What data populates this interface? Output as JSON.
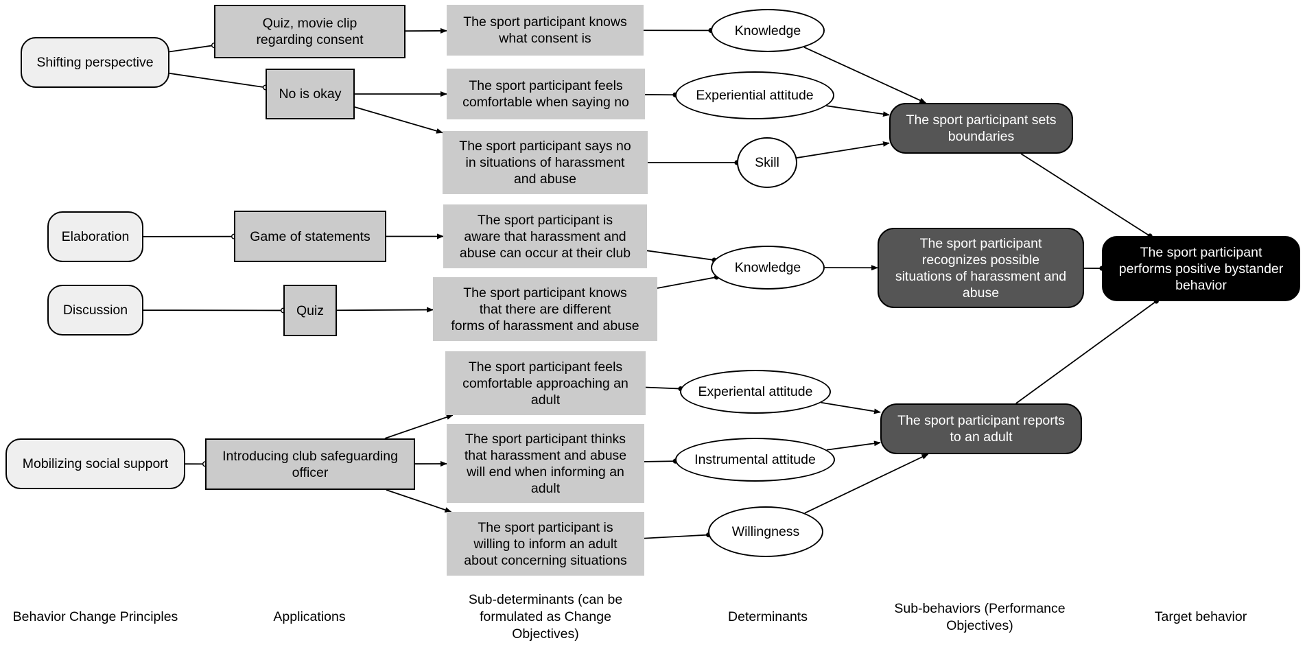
{
  "principles": {
    "shifting": "Shifting perspective",
    "elaboration": "Elaboration",
    "discussion": "Discussion",
    "mobilizing": "Mobilizing social support"
  },
  "applications": {
    "quiz_movie": "Quiz, movie clip\nregarding consent",
    "no_okay": "No is okay",
    "game": "Game of statements",
    "quiz": "Quiz",
    "club_officer": "Introducing club safeguarding\nofficer"
  },
  "sub_determinants": {
    "consent": "The sport participant knows\nwhat consent is",
    "comfortable_no": "The sport participant feels\ncomfortable when saying no",
    "says_no": "The sport participant says no\nin situations of harassment\nand abuse",
    "aware_club": "The sport participant is\naware that harassment and\nabuse can occur at their club",
    "different_forms": "The sport participant knows\nthat there are different\nforms of harassment and abuse",
    "approach_adult": "The sport participant feels\ncomfortable approaching an\nadult",
    "end_informing": "The sport participant thinks\nthat harassment and abuse\nwill end when informing an\nadult",
    "willing_inform": "The sport participant is\nwilling to inform an adult\nabout concerning situations"
  },
  "determinants": {
    "knowledge1": "Knowledge",
    "experiential1": "Experiential attitude",
    "skill": "Skill",
    "knowledge2": "Knowledge",
    "experiential2": "Experiental attitude",
    "instrumental": "Instrumental attitude",
    "willingness": "Willingness"
  },
  "sub_behaviors": {
    "boundaries": "The sport participant sets\nboundaries",
    "recognizes": "The sport participant\nrecognizes possible\nsituations of harassment and\nabuse",
    "reports": "The sport participant reports\nto an adult"
  },
  "target_behavior": "The sport participant\nperforms positive bystander\nbehavior",
  "column_headers": {
    "principles": "Behavior Change Principles",
    "applications": "Applications",
    "sub_determinants": "Sub-determinants (can be\nformulated as Change\nObjectives)",
    "determinants": "Determinants",
    "sub_behaviors": "Sub-behaviors (Performance\nObjectives)",
    "target": "Target behavior"
  },
  "colors": {
    "principle_fill": "#efefef",
    "application_fill": "#cbcbcb",
    "sub_determinant_fill": "#cbcbcb",
    "determinant_fill": "#ffffff",
    "sub_behavior_fill": "#555555",
    "target_fill": "#000000",
    "line": "#000000"
  },
  "edges": [
    {
      "from": "principles.shifting",
      "to": "applications.quiz_movie",
      "type": "circle"
    },
    {
      "from": "principles.shifting",
      "to": "applications.no_okay",
      "type": "circle"
    },
    {
      "from": "applications.quiz_movie",
      "to": "sub_determinants.consent",
      "type": "arrow"
    },
    {
      "from": "applications.no_okay",
      "to": "sub_determinants.comfortable_no",
      "type": "arrow"
    },
    {
      "from": "applications.no_okay",
      "to": "sub_determinants.says_no",
      "type": "arrow"
    },
    {
      "from": "principles.elaboration",
      "to": "applications.game",
      "type": "circle"
    },
    {
      "from": "principles.discussion",
      "to": "applications.quiz",
      "type": "circle"
    },
    {
      "from": "applications.game",
      "to": "sub_determinants.aware_club",
      "type": "arrow"
    },
    {
      "from": "applications.quiz",
      "to": "sub_determinants.different_forms",
      "type": "arrow"
    },
    {
      "from": "principles.mobilizing",
      "to": "applications.club_officer",
      "type": "circle"
    },
    {
      "from": "applications.club_officer",
      "to": "sub_determinants.approach_adult",
      "type": "arrow"
    },
    {
      "from": "applications.club_officer",
      "to": "sub_determinants.end_informing",
      "type": "arrow"
    },
    {
      "from": "applications.club_officer",
      "to": "sub_determinants.willing_inform",
      "type": "arrow"
    },
    {
      "from": "sub_determinants.consent",
      "to": "determinants.knowledge1",
      "type": "dot"
    },
    {
      "from": "sub_determinants.comfortable_no",
      "to": "determinants.experiential1",
      "type": "dot"
    },
    {
      "from": "sub_determinants.says_no",
      "to": "determinants.skill",
      "type": "dot"
    },
    {
      "from": "sub_determinants.aware_club",
      "to": "determinants.knowledge2",
      "type": "dot"
    },
    {
      "from": "sub_determinants.different_forms",
      "to": "determinants.knowledge2",
      "type": "dot"
    },
    {
      "from": "sub_determinants.approach_adult",
      "to": "determinants.experiential2",
      "type": "dot"
    },
    {
      "from": "sub_determinants.end_informing",
      "to": "determinants.instrumental",
      "type": "dot"
    },
    {
      "from": "sub_determinants.willing_inform",
      "to": "determinants.willingness",
      "type": "dot"
    },
    {
      "from": "determinants.knowledge1",
      "to": "sub_behaviors.boundaries",
      "type": "arrow"
    },
    {
      "from": "determinants.experiential1",
      "to": "sub_behaviors.boundaries",
      "type": "arrow"
    },
    {
      "from": "determinants.skill",
      "to": "sub_behaviors.boundaries",
      "type": "arrow"
    },
    {
      "from": "determinants.knowledge2",
      "to": "sub_behaviors.recognizes",
      "type": "arrow"
    },
    {
      "from": "determinants.experiential2",
      "to": "sub_behaviors.reports",
      "type": "arrow"
    },
    {
      "from": "determinants.instrumental",
      "to": "sub_behaviors.reports",
      "type": "arrow"
    },
    {
      "from": "determinants.willingness",
      "to": "sub_behaviors.reports",
      "type": "arrow"
    },
    {
      "from": "sub_behaviors.boundaries",
      "to": "target_behavior",
      "type": "dot"
    },
    {
      "from": "sub_behaviors.recognizes",
      "to": "target_behavior",
      "type": "dot"
    },
    {
      "from": "sub_behaviors.reports",
      "to": "target_behavior",
      "type": "dot"
    }
  ]
}
